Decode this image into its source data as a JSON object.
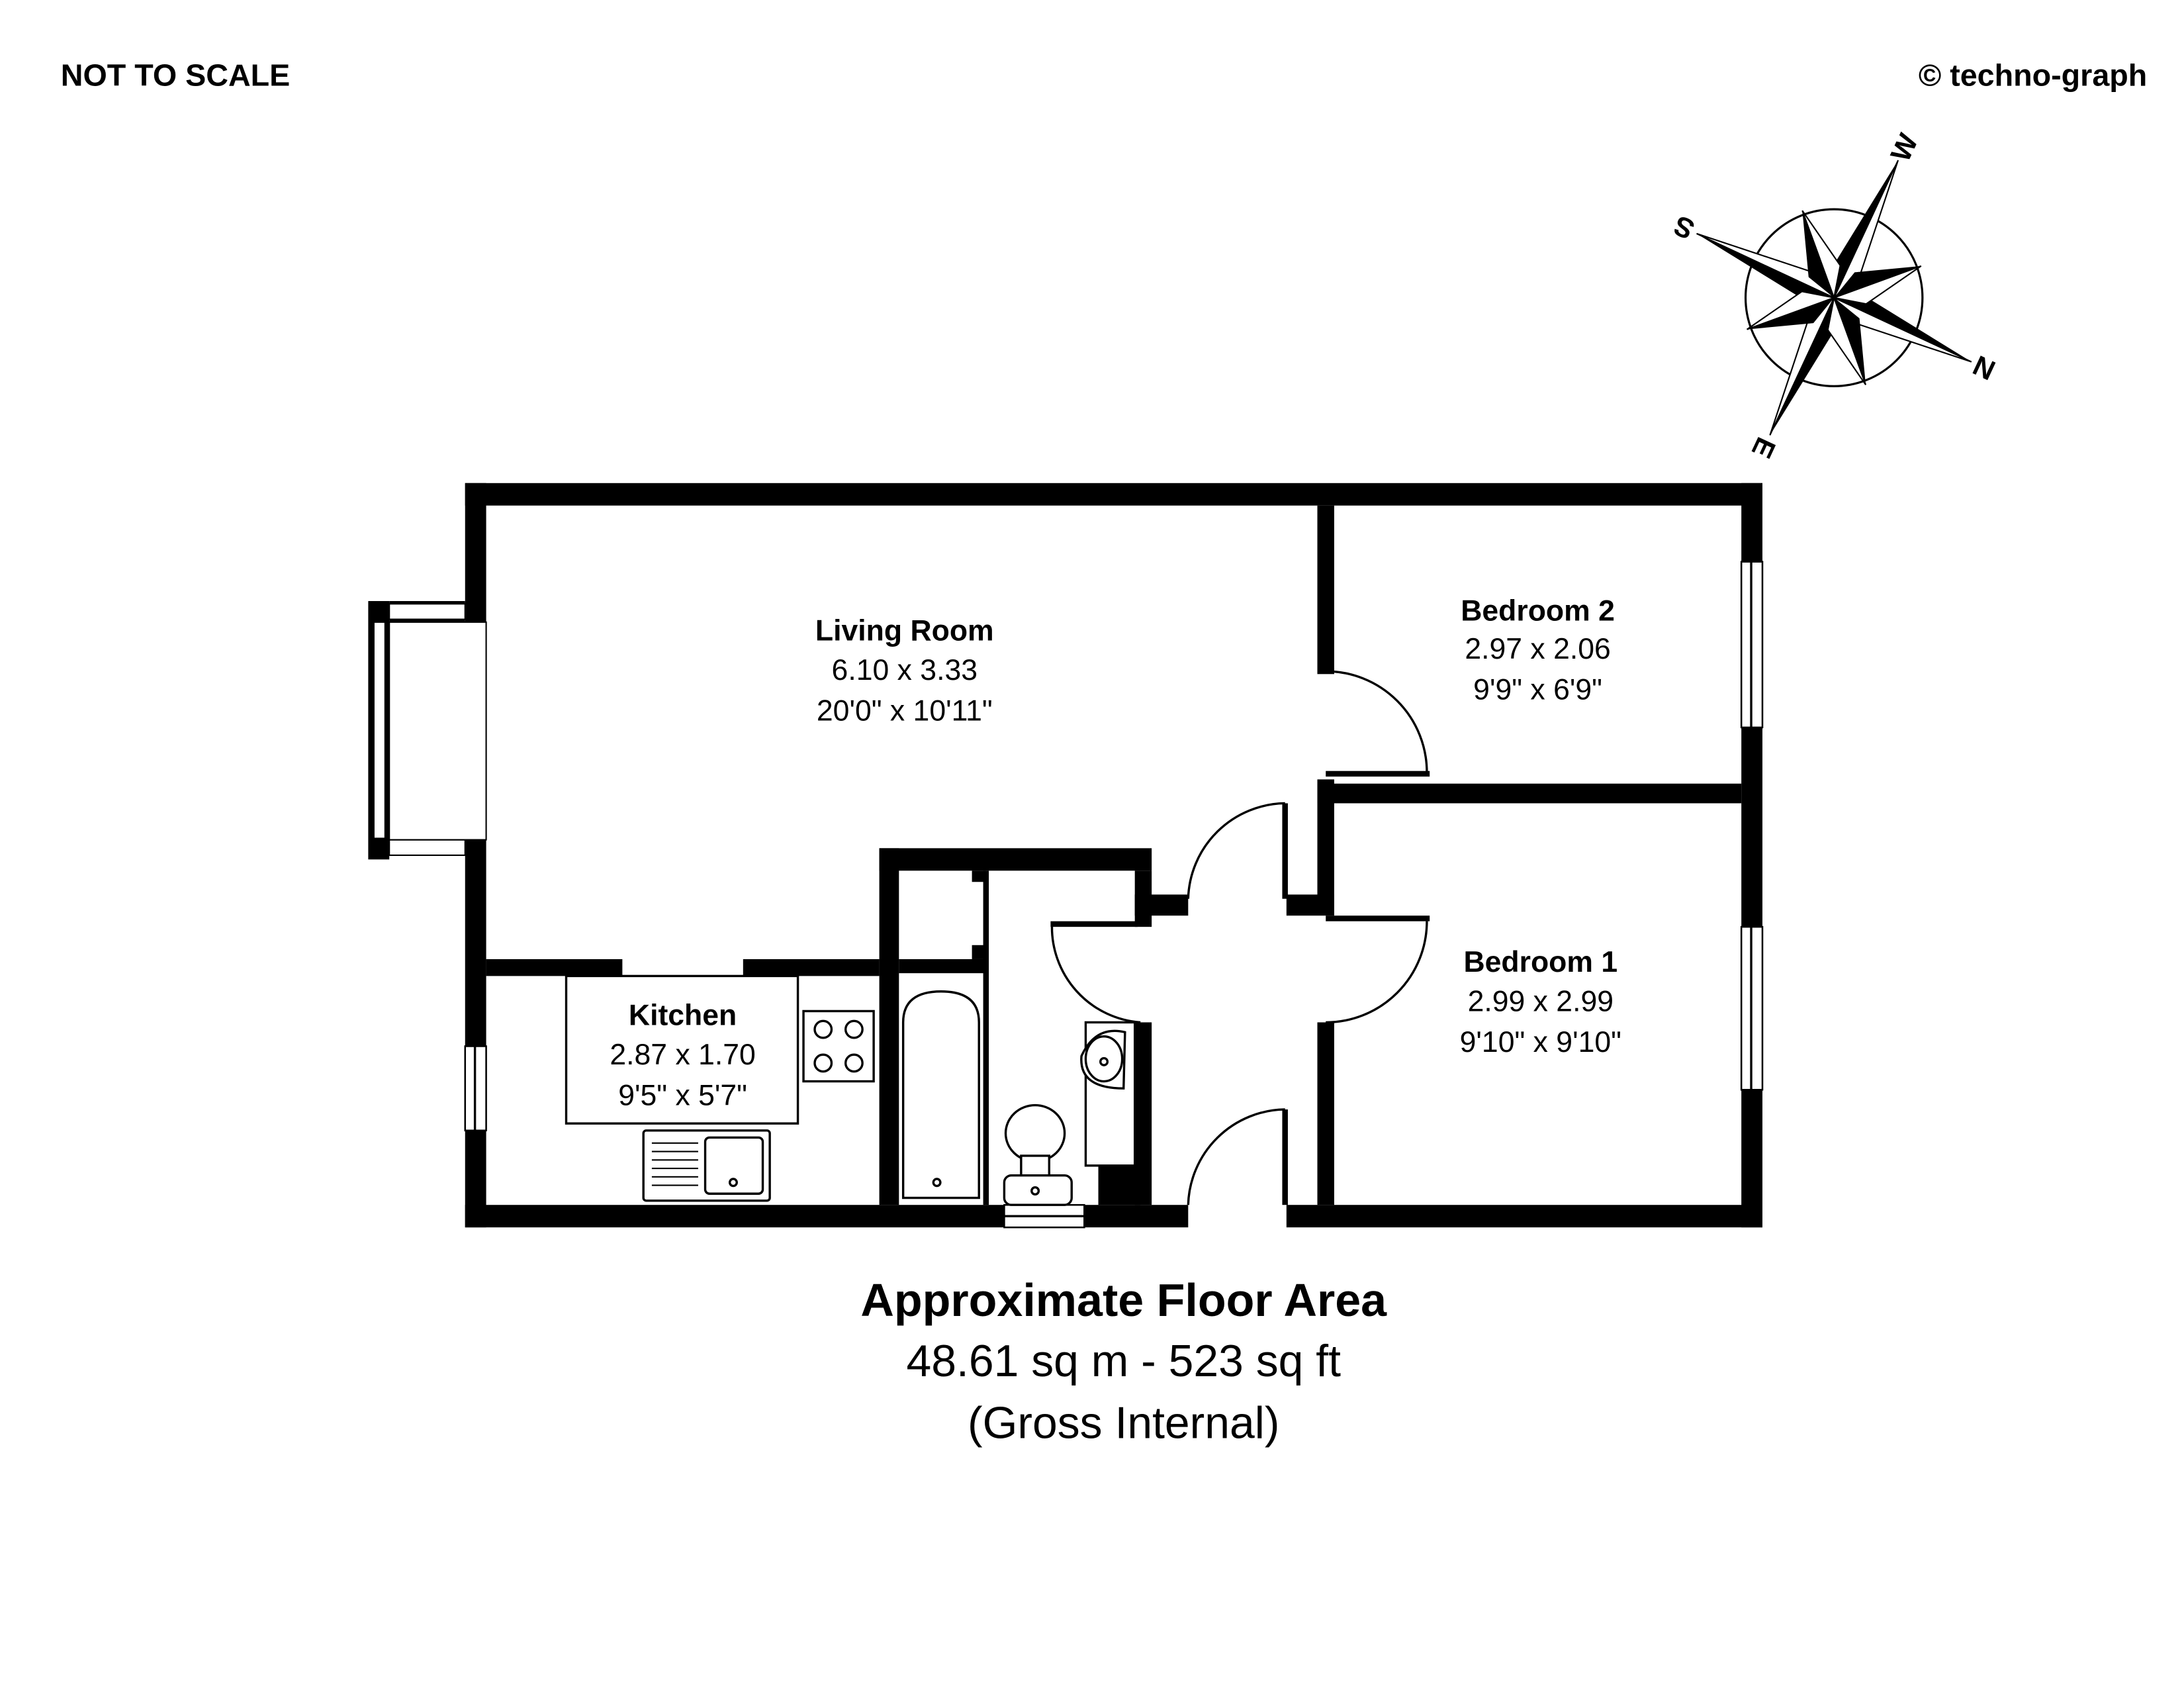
{
  "header": {
    "scale_note": "NOT TO SCALE",
    "copyright": "© techno-graph"
  },
  "compass": {
    "icon": "compass-rose-icon",
    "labels": {
      "north": "N",
      "south": "S",
      "east": "E",
      "west": "W"
    }
  },
  "rooms": {
    "living_room": {
      "name": "Living Room",
      "metric": "6.10 x 3.33",
      "imperial": "20'0\" x 10'11\""
    },
    "bedroom_2": {
      "name": "Bedroom 2",
      "metric": "2.97 x 2.06",
      "imperial": "9'9\" x 6'9\""
    },
    "bedroom_1": {
      "name": "Bedroom 1",
      "metric": "2.99 x 2.99",
      "imperial": "9'10\" x 9'10\""
    },
    "kitchen": {
      "name": "Kitchen",
      "metric": "2.87 x 1.70",
      "imperial": "9'5\" x 5'7\""
    }
  },
  "footer": {
    "title": "Approximate Floor Area",
    "area": "48.61 sq m - 523 sq ft",
    "note": "(Gross Internal)"
  },
  "colors": {
    "ink": "#000000",
    "background": "#ffffff"
  }
}
